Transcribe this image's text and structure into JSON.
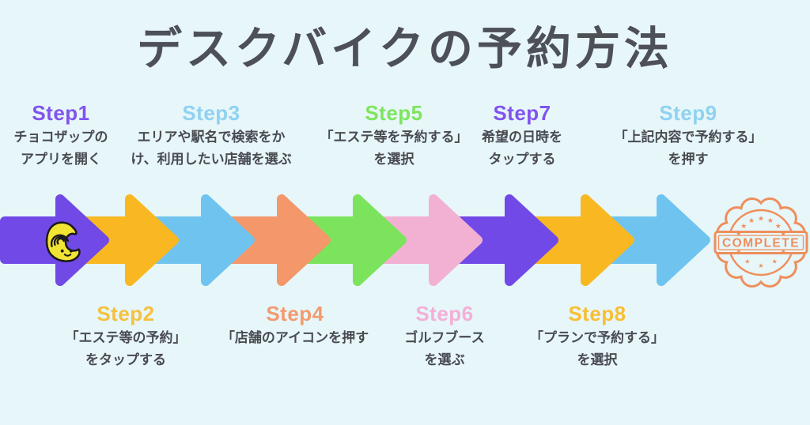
{
  "page": {
    "title": "デスクバイクの予約方法",
    "background_color": "#E6F6F9",
    "title_color": "#4E5058",
    "text_color": "#4A4B52"
  },
  "steps": [
    {
      "label": "Step1",
      "color": "#8153F0",
      "lines": [
        "チョコザップの",
        "アプリを開く"
      ]
    },
    {
      "label": "Step2",
      "color": "#F5C13F",
      "lines": [
        "「エステ等の予約」",
        "をタップする"
      ]
    },
    {
      "label": "Step3",
      "color": "#8FD2F2",
      "lines": [
        "エリアや駅名で検索をか",
        "け、利用したい店舗を選ぶ"
      ]
    },
    {
      "label": "Step4",
      "color": "#F49A6E",
      "lines": [
        "「店舗のアイコンを押す"
      ]
    },
    {
      "label": "Step5",
      "color": "#7EE55E",
      "lines": [
        "「エステ等を予約する」",
        "を選択"
      ]
    },
    {
      "label": "Step6",
      "color": "#F5AFD6",
      "lines": [
        "ゴルフブース",
        "を選ぶ"
      ]
    },
    {
      "label": "Step7",
      "color": "#8153F0",
      "lines": [
        "希望の日時を",
        "タップする"
      ]
    },
    {
      "label": "Step8",
      "color": "#F9BE32",
      "lines": [
        "「プランで予約する」",
        "を選択"
      ]
    },
    {
      "label": "Step9",
      "color": "#8FD2F2",
      "lines": [
        "「上記内容で予約する」",
        "を押す"
      ]
    }
  ],
  "arrows": [
    {
      "color": "#7149E6"
    },
    {
      "color": "#F9B821"
    },
    {
      "color": "#6FC4EF"
    },
    {
      "color": "#F4976A"
    },
    {
      "color": "#7CE35C"
    },
    {
      "color": "#F2B1D2"
    },
    {
      "color": "#7149E6"
    },
    {
      "color": "#F9B821"
    },
    {
      "color": "#6FC4EF"
    }
  ],
  "badge": {
    "label": "COMPLETE",
    "color": "#EF8E5C",
    "star_glyph": "★"
  },
  "mascot": {
    "body_color": "#F2E433",
    "outline_color": "#1A1A1A"
  },
  "icons": {
    "arrow": "right-arrow",
    "mascot": "chocozap-mascot",
    "badge": "complete-stamp"
  }
}
